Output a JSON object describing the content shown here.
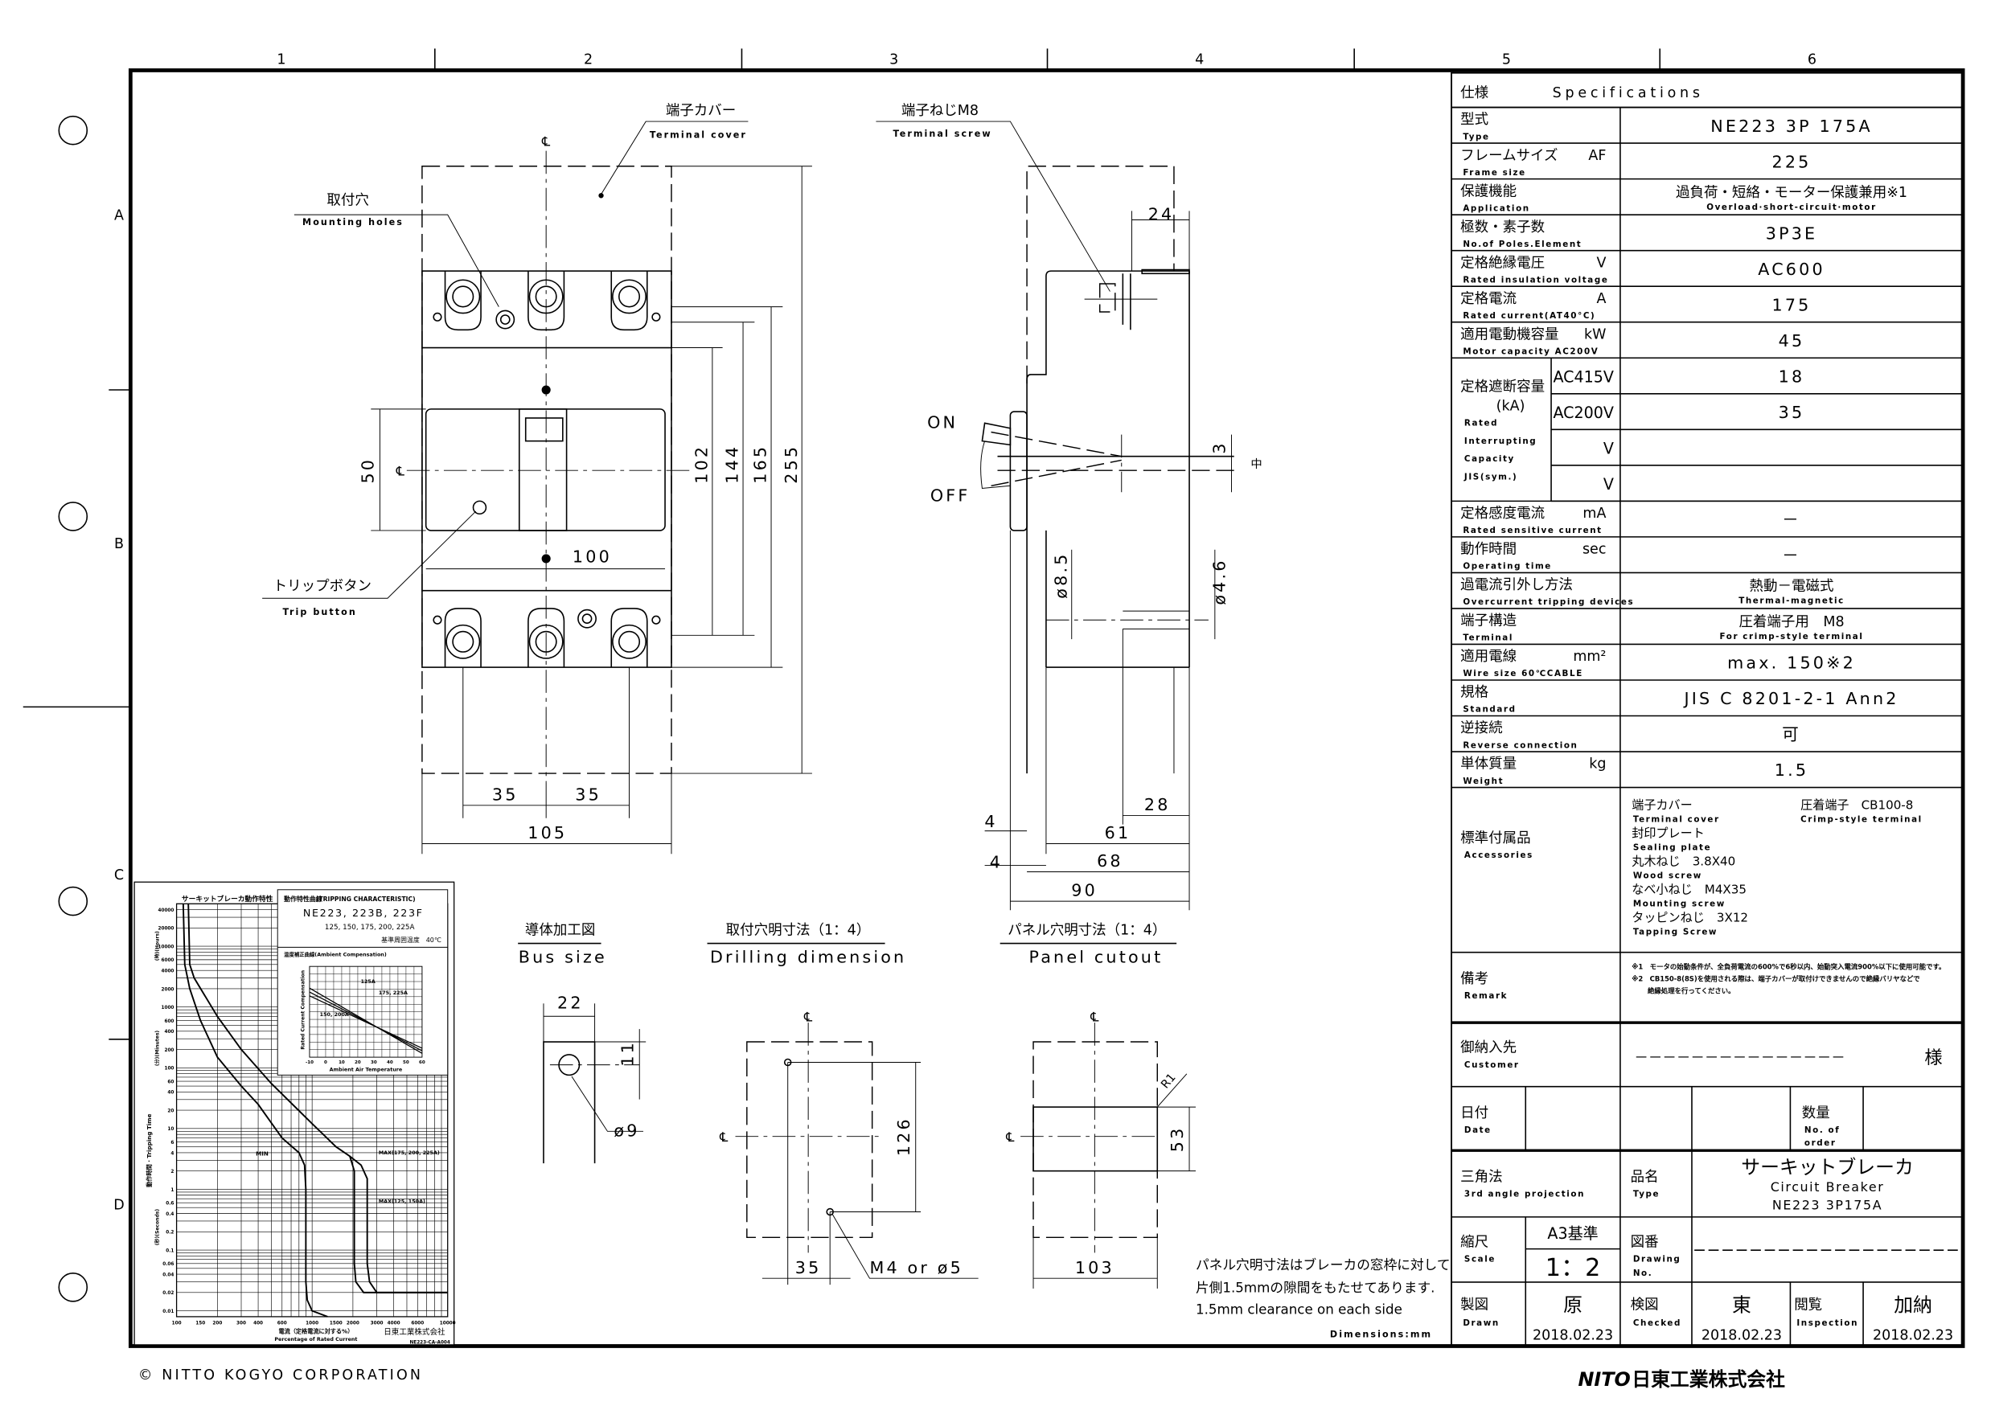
{
  "frame": {
    "columns": [
      "1",
      "2",
      "3",
      "4",
      "5",
      "6"
    ],
    "rows": [
      "A",
      "B",
      "C",
      "D"
    ]
  },
  "front_view": {
    "terminal_cover_jp": "端子カバー",
    "terminal_cover_en": "Terminal cover",
    "mounting_holes_jp": "取付穴",
    "mounting_holes_en": "Mounting holes",
    "trip_button_jp": "トリップボタン",
    "trip_button_en": "Trip button",
    "centerline": "℄",
    "dims": {
      "d50": "50",
      "d102": "102",
      "d144": "144",
      "d165": "165",
      "d255": "255",
      "d100": "100",
      "d35a": "35",
      "d35b": "35",
      "d105": "105"
    }
  },
  "side_view": {
    "terminal_screw_jp": "端子ねじM8",
    "terminal_screw_en": "Terminal screw",
    "on": "ON",
    "off": "OFF",
    "neutral_mark": "中",
    "dims": {
      "d24": "24",
      "d3": "3",
      "d8_5": "ø8.5",
      "d4_6": "ø4.6",
      "d28": "28",
      "d61": "61",
      "d68": "68",
      "d90": "90",
      "d4a": "4",
      "d4b": "4"
    }
  },
  "bus_size": {
    "title_jp": "導体加工図",
    "title_en": "Bus size",
    "w": "22",
    "h": "11",
    "hole": "ø9"
  },
  "drilling": {
    "title_jp": "取付穴明寸法（1：4）",
    "title_en": "Drilling dimension",
    "d126": "126",
    "d35": "35",
    "hole": "M4 or ø5"
  },
  "panel": {
    "title_jp": "パネル穴明寸法（1：4）",
    "title_en": "Panel cutout",
    "d53": "53",
    "d103": "103",
    "radius": "R1"
  },
  "note": {
    "line1": "パネル穴明寸法はブレーカの窓枠に対して",
    "line2": "片側1.5mmの隙間をもたせてあります.",
    "line3": "1.5mm clearance on each side"
  },
  "dimensions_unit": "Dimensions:mm",
  "tripping_chart": {
    "title": "サーキットブレーカ動作特性",
    "heading_jp": "動作特性曲線",
    "heading_en": "(TRIPPING CHARACTERISTIC)",
    "models": "NE223, 223B, 223F",
    "ratings": "125, 150, 175, 200, 225A",
    "ref_temp": "基準周囲温度　40℃",
    "y_label": "動作時間 · Tripping Time",
    "y_unit_hours": "(時)(Hours)",
    "y_unit_minutes": "(分)(Minutes)",
    "y_unit_seconds": "(秒)(Seconds)",
    "x_label_jp": "電流（定格電流に対する%）",
    "x_label_en": "Percentage of Rated Current",
    "maker": "日東工業株式会社",
    "doc_no": "NE223-CA-A004",
    "x_ticks": [
      "100",
      "150",
      "200",
      "300",
      "400",
      "600",
      "1000",
      "1500",
      "2000",
      "3000",
      "4000",
      "6000",
      "10000"
    ],
    "y_ticks": [
      "40000",
      "20000",
      "10000",
      "6000",
      "4000",
      "2000",
      "1000",
      "600",
      "400",
      "200",
      "100",
      "60",
      "40",
      "20",
      "10",
      "6",
      "4",
      "2",
      "1",
      "0.6",
      "0.4",
      "0.2",
      "0.1",
      "0.06",
      "0.04",
      "0.02",
      "0.01"
    ],
    "curve_labels": {
      "min": "MIN",
      "max_a": "MAX(175, 200, 225A)",
      "max_b": "MAX(125, 150A)"
    },
    "inset": {
      "title": "温度補正曲線(Ambient Compensation)",
      "xlabel": "Ambient Air Temperature",
      "ylabel": "Rated Current Compensation",
      "x_ticks": [
        "-10",
        "0",
        "10",
        "20",
        "30",
        "40",
        "50",
        "60"
      ],
      "series_labels": [
        "125A",
        "175, 225A",
        "150, 200A"
      ]
    }
  },
  "chart_data": {
    "type": "line",
    "xscale": "log",
    "yscale": "log",
    "xlim": [
      100,
      10000
    ],
    "ylim": [
      0.008,
      50000
    ],
    "xlabel": "Percentage of Rated Current",
    "ylabel": "Tripping Time",
    "series": [
      {
        "name": "MIN",
        "x": [
          112,
          115,
          125,
          150,
          200,
          300,
          400,
          600,
          800,
          880,
          900,
          900,
          920,
          1000,
          1300
        ],
        "y": [
          50000,
          5000,
          2000,
          600,
          150,
          50,
          25,
          7,
          4,
          2.5,
          1,
          0.03,
          0.015,
          0.01,
          0.008
        ]
      },
      {
        "name": "MAX(175, 200, 225A)",
        "x": [
          122,
          125,
          135,
          200,
          300,
          500,
          1000,
          1500,
          1900,
          2050,
          2050,
          2100,
          2400,
          3500,
          10000
        ],
        "y": [
          50000,
          5000,
          3000,
          700,
          200,
          55,
          12,
          5,
          3.5,
          2,
          0.06,
          0.03,
          0.02,
          0.02,
          0.02
        ]
      },
      {
        "name": "MAX(125, 150A)",
        "x": [
          1900,
          2300,
          2550,
          2550,
          2650,
          3000,
          10000
        ],
        "y": [
          3.5,
          2.5,
          1.5,
          0.06,
          0.03,
          0.02,
          0.02
        ]
      }
    ]
  },
  "spec": {
    "header_jp": "仕様",
    "header_en": "Specifications",
    "rows_before": [
      {
        "jp": "型式",
        "en": "Type",
        "unit": "",
        "value": "NE223  3P  175A",
        "value_sub": ""
      },
      {
        "jp": "フレームサイズ",
        "en": "Frame size",
        "unit": "AF",
        "value": "225",
        "value_sub": ""
      },
      {
        "jp": "保護機能",
        "en": "Application",
        "unit": "",
        "value": "過負荷・短絡・モーター保護兼用※1",
        "value_sub": "Overload·short-circuit·motor"
      },
      {
        "jp": "極数・素子数",
        "en": "No.of Poles.Element",
        "unit": "",
        "value": "3P3E",
        "value_sub": ""
      },
      {
        "jp": "定格絶縁電圧",
        "en": "Rated insulation voltage",
        "unit": "V",
        "value": "AC600",
        "value_sub": ""
      },
      {
        "jp": "定格電流",
        "en": "Rated current(AT40°C)",
        "unit": "A",
        "value": "175",
        "value_sub": ""
      },
      {
        "jp": "適用電動機容量",
        "en": "Motor capacity  AC200V",
        "unit": "kW",
        "value": "45",
        "value_sub": ""
      }
    ],
    "interrupting": {
      "jp": "定格遮断容量",
      "unit": "(kA)",
      "en_lines": [
        "Rated",
        "Interrupting",
        "Capacity",
        "JIS(sym.)"
      ],
      "rows": [
        {
          "voltage": "AC415V",
          "value": "18"
        },
        {
          "voltage": "AC200V",
          "value": "35"
        },
        {
          "voltage": "V",
          "value": ""
        },
        {
          "voltage": "V",
          "value": ""
        }
      ]
    },
    "rows_after": [
      {
        "jp": "定格感度電流",
        "en": "Rated sensitive current",
        "unit": "mA",
        "value": "－",
        "value_sub": ""
      },
      {
        "jp": "動作時間",
        "en": "Operating time",
        "unit": "sec",
        "value": "－",
        "value_sub": ""
      },
      {
        "jp": "過電流引外し方法",
        "en": "Overcurrent tripping devices",
        "unit": "",
        "value": "熱動－電磁式",
        "value_sub": "Thermal-magnetic"
      },
      {
        "jp": "端子構造",
        "en": "Terminal",
        "unit": "",
        "value": "圧着端子用　M8",
        "value_sub": "For crimp-style terminal"
      },
      {
        "jp": "適用電線",
        "en": "Wire size  60℃CABLE",
        "unit": "mm²",
        "value": "max. 150※2",
        "value_sub": ""
      },
      {
        "jp": "規格",
        "en": "Standard",
        "unit": "",
        "value": "JIS C 8201-2-1 Ann2",
        "value_sub": ""
      },
      {
        "jp": "逆接続",
        "en": "Reverse connection",
        "unit": "",
        "value": "可",
        "value_sub": ""
      },
      {
        "jp": "単体質量",
        "en": "Weight",
        "unit": "kg",
        "value": "1.5",
        "value_sub": ""
      }
    ],
    "accessories": {
      "jp": "標準付属品",
      "en": "Accessories",
      "items": [
        {
          "jp": "端子カバー",
          "en": "Terminal cover"
        },
        {
          "jp": "封印プレート",
          "en": "Sealing plate"
        },
        {
          "jp": "丸木ねじ　3.8X40",
          "en": "Wood screw"
        },
        {
          "jp": "なべ小ねじ　M4X35",
          "en": "Mounting screw"
        },
        {
          "jp": "タッピンねじ　3X12",
          "en": "Tapping Screw"
        }
      ],
      "extra": {
        "jp": "圧着端子　CB100-8",
        "en": "Crimp-style terminal"
      }
    },
    "remark": {
      "jp": "備考",
      "en": "Remark",
      "notes": [
        "※1　モータの始動条件が、全負荷電流の600%で6秒以内、始動突入電流900%以下に使用可能です。",
        "※2　CB150-8(8S)を使用される際は、端子カバーが取付けできませんので絶縁バリヤなどで",
        "　　 絶縁処理を行ってください。"
      ]
    }
  },
  "title_block": {
    "customer_jp": "御納入先",
    "customer_en": "Customer",
    "customer_value": "－－－－－－－－－－－－－－－",
    "customer_suffix": "様",
    "date_jp": "日付",
    "date_en": "Date",
    "qty_jp": "数量",
    "qty_en1": "No. of",
    "qty_en2": "order",
    "projection_jp": "三角法",
    "projection_en": "3rd angle projection",
    "type_jp": "品名",
    "type_en": "Type",
    "product_jp": "サーキットブレーカ",
    "product_en": "Circuit Breaker",
    "product_model": "NE223  3P175A",
    "scale_jp": "縮尺",
    "scale_en": "Scale",
    "scale_basis": "A3基準",
    "scale_value": "1：2",
    "drawing_no_jp": "図番",
    "drawing_no_en1": "Drawing",
    "drawing_no_en2": "No.",
    "drawn_jp": "製図",
    "drawn_en": "Drawn",
    "drawn_name": "原",
    "drawn_date": "2018.02.23",
    "checked_jp": "検図",
    "checked_en": "Checked",
    "checked_name": "東",
    "checked_date": "2018.02.23",
    "inspection_jp": "閲覧",
    "inspection_en": "Inspection",
    "inspection_name": "加納",
    "inspection_date": "2018.02.23"
  },
  "footer": {
    "copyright": "© NITTO KOGYO CORPORATION",
    "logo_mark": "NITO",
    "logo_text": "日東工業株式会社"
  }
}
